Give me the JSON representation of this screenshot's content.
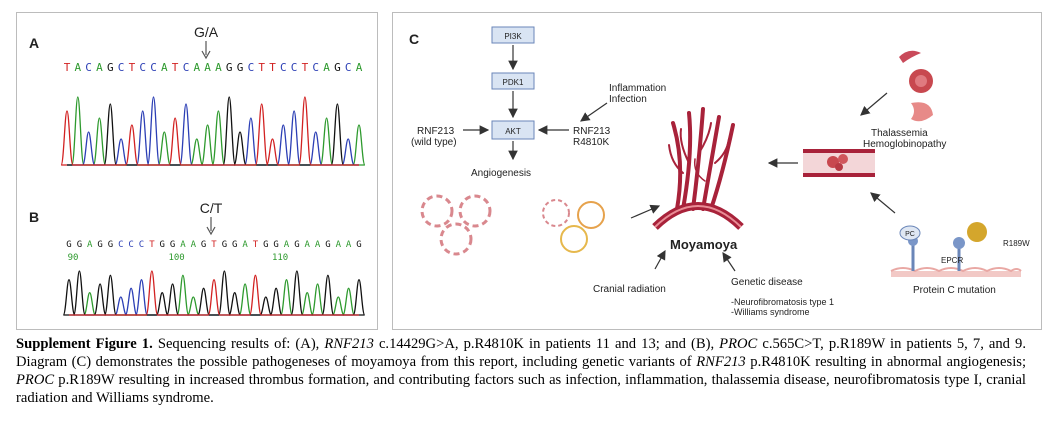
{
  "panel_a": {
    "label": "A",
    "variant": "G/A",
    "sequence": "TACAGCTCCATCAAAGGCTTCCTCAGCA"
  },
  "panel_b": {
    "label": "B",
    "variant": "C/T",
    "sequence": "GGAGGCCCTGGAAGTGGATGGAGAAGAAG",
    "positions": [
      "90",
      "100",
      "110"
    ]
  },
  "panel_c": {
    "label": "C",
    "pi3k": "PI3K",
    "pdk1": "PDK1",
    "akt": "AKT",
    "rnf_wt_1": "RNF213",
    "rnf_wt_2": "(wild type)",
    "rnf_mut_1": "RNF213",
    "rnf_mut_2": "R4810K",
    "inflam_1": "Inflammation",
    "inflam_2": "Infection",
    "angio": "Angiogenesis",
    "thal_1": "Thalassemia",
    "thal_2": "Hemoglobinopathy",
    "moyamoya": "Moyamoya",
    "cranial": "Cranial radiation",
    "genetic": "Genetic disease",
    "nf1": "-Neurofibromatosis type 1",
    "williams": "-Williams syndrome",
    "pc": "PC",
    "epcr": "EPCR",
    "r189w": "R189W",
    "protein_c": "Protein C mutation"
  },
  "caption": {
    "fig": "Supplement Figure 1.",
    "t1": " Sequencing results of: (A), ",
    "g1": "RNF213",
    "t2": " c.14429G>A, p.R4810K in patients 11 and 13; and (B), ",
    "g2": "PROC",
    "t3": " c.565C>T, p.R189W in patients 5, 7, and 9. Diagram (C) demonstrates the possible pathogeneses of moyamoya from this report, including genetic variants of ",
    "g3": "RNF213",
    "t4": " p.R4810K resulting in abnormal angiogenesis; ",
    "g4": "PROC",
    "t5": " p.R189W resulting in increased thrombus formation, and contributing factors such as infection, inflammation, thalassemia disease, neurofibromatosis type I, cranial radiation and Williams syndrome."
  },
  "colors": {
    "A": "#2e9a2e",
    "C": "#2c3fb5",
    "G": "#111111",
    "T": "#d22222",
    "vessel": "#a8223a",
    "ring": "#d9888e"
  }
}
